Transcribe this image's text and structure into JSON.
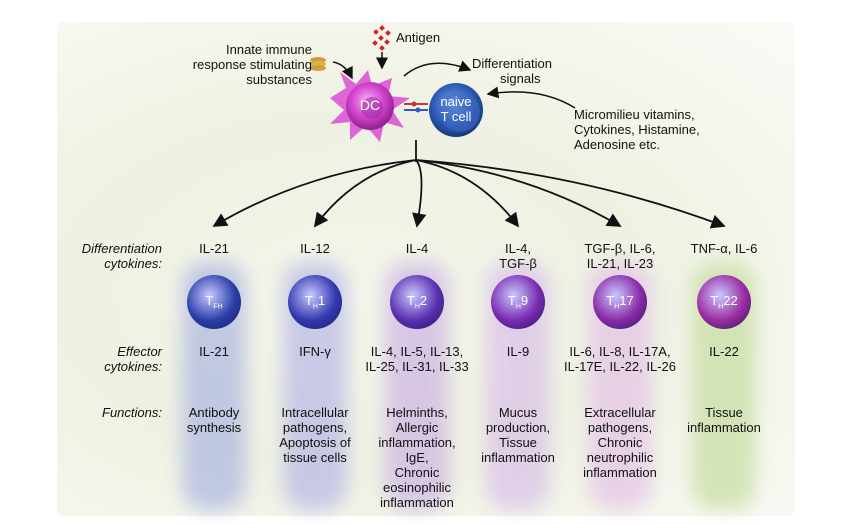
{
  "top": {
    "antigen": "Antigen",
    "innate_line1": "Innate immune",
    "innate_line2": "response stimulating",
    "innate_line3": "substances",
    "dc_label": "DC",
    "naive_line1": "naive",
    "naive_line2": "T cell",
    "diff_signals_line1": "Differentiation",
    "diff_signals_line2": "signals",
    "micro_line1": "Micromilieu vitamins,",
    "micro_line2": "Cytokines, Histamine,",
    "micro_line3": "Adenosine etc."
  },
  "row_labels": {
    "diff_cytokines_1": "Differentiation",
    "diff_cytokines_2": "cytokines:",
    "effector_1": "Effector",
    "effector_2": "cytokines:",
    "functions": "Functions:"
  },
  "subsets": [
    {
      "main": "T",
      "sub": "FH",
      "suffix": "",
      "color": "#2b3fa8",
      "diff": [
        "IL-21"
      ],
      "effector": [
        "IL-21"
      ],
      "functions": [
        "Antibody",
        "synthesis"
      ]
    },
    {
      "main": "T",
      "sub": "H",
      "suffix": "1",
      "color": "#3338b0",
      "diff": [
        "IL-12"
      ],
      "effector": [
        "IFN-γ"
      ],
      "functions": [
        "Intracellular",
        "pathogens,",
        "Apoptosis of",
        "tissue cells"
      ]
    },
    {
      "main": "T",
      "sub": "H",
      "suffix": "2",
      "color": "#5a2fb0",
      "diff": [
        "IL-4"
      ],
      "effector": [
        "IL-4, IL-5, IL-13,",
        "IL-25, IL-31, IL-33"
      ],
      "functions": [
        "Helminths,",
        "Allergic",
        "inflammation,",
        "IgE,",
        "Chronic",
        "eosinophilic",
        "inflammation"
      ]
    },
    {
      "main": "T",
      "sub": "H",
      "suffix": "9",
      "color": "#7a2bb0",
      "diff": [
        "IL-4,",
        "TGF-β"
      ],
      "effector": [
        "IL-9"
      ],
      "functions": [
        "Mucus",
        "production,",
        "Tissue",
        "inflammation"
      ]
    },
    {
      "main": "T",
      "sub": "H",
      "suffix": "17",
      "color": "#8a2aa8",
      "diff": [
        "TGF-β, IL-6,",
        "IL-21, IL-23"
      ],
      "effector": [
        "IL-6, IL-8, IL-17A,",
        "IL-17E, IL-22, IL-26"
      ],
      "functions": [
        "Extracellular",
        "pathogens,",
        "Chronic",
        "neutrophilic",
        "inflammation"
      ]
    },
    {
      "main": "T",
      "sub": "H",
      "suffix": "22",
      "color": "#9a2ca0",
      "diff": [
        "TNF-α, IL-6"
      ],
      "effector": [
        "IL-22"
      ],
      "functions": [
        "Tissue",
        "inflammation"
      ]
    }
  ],
  "colors": {
    "glow": [
      "#9aa6e0",
      "#a8a8e6",
      "#c3a3e2",
      "#d3b2ea",
      "#e1b6e6",
      "#b9d68c"
    ],
    "dc": "#cc33cc",
    "naive": "#2b54a8",
    "antigen": "#d4202a"
  }
}
